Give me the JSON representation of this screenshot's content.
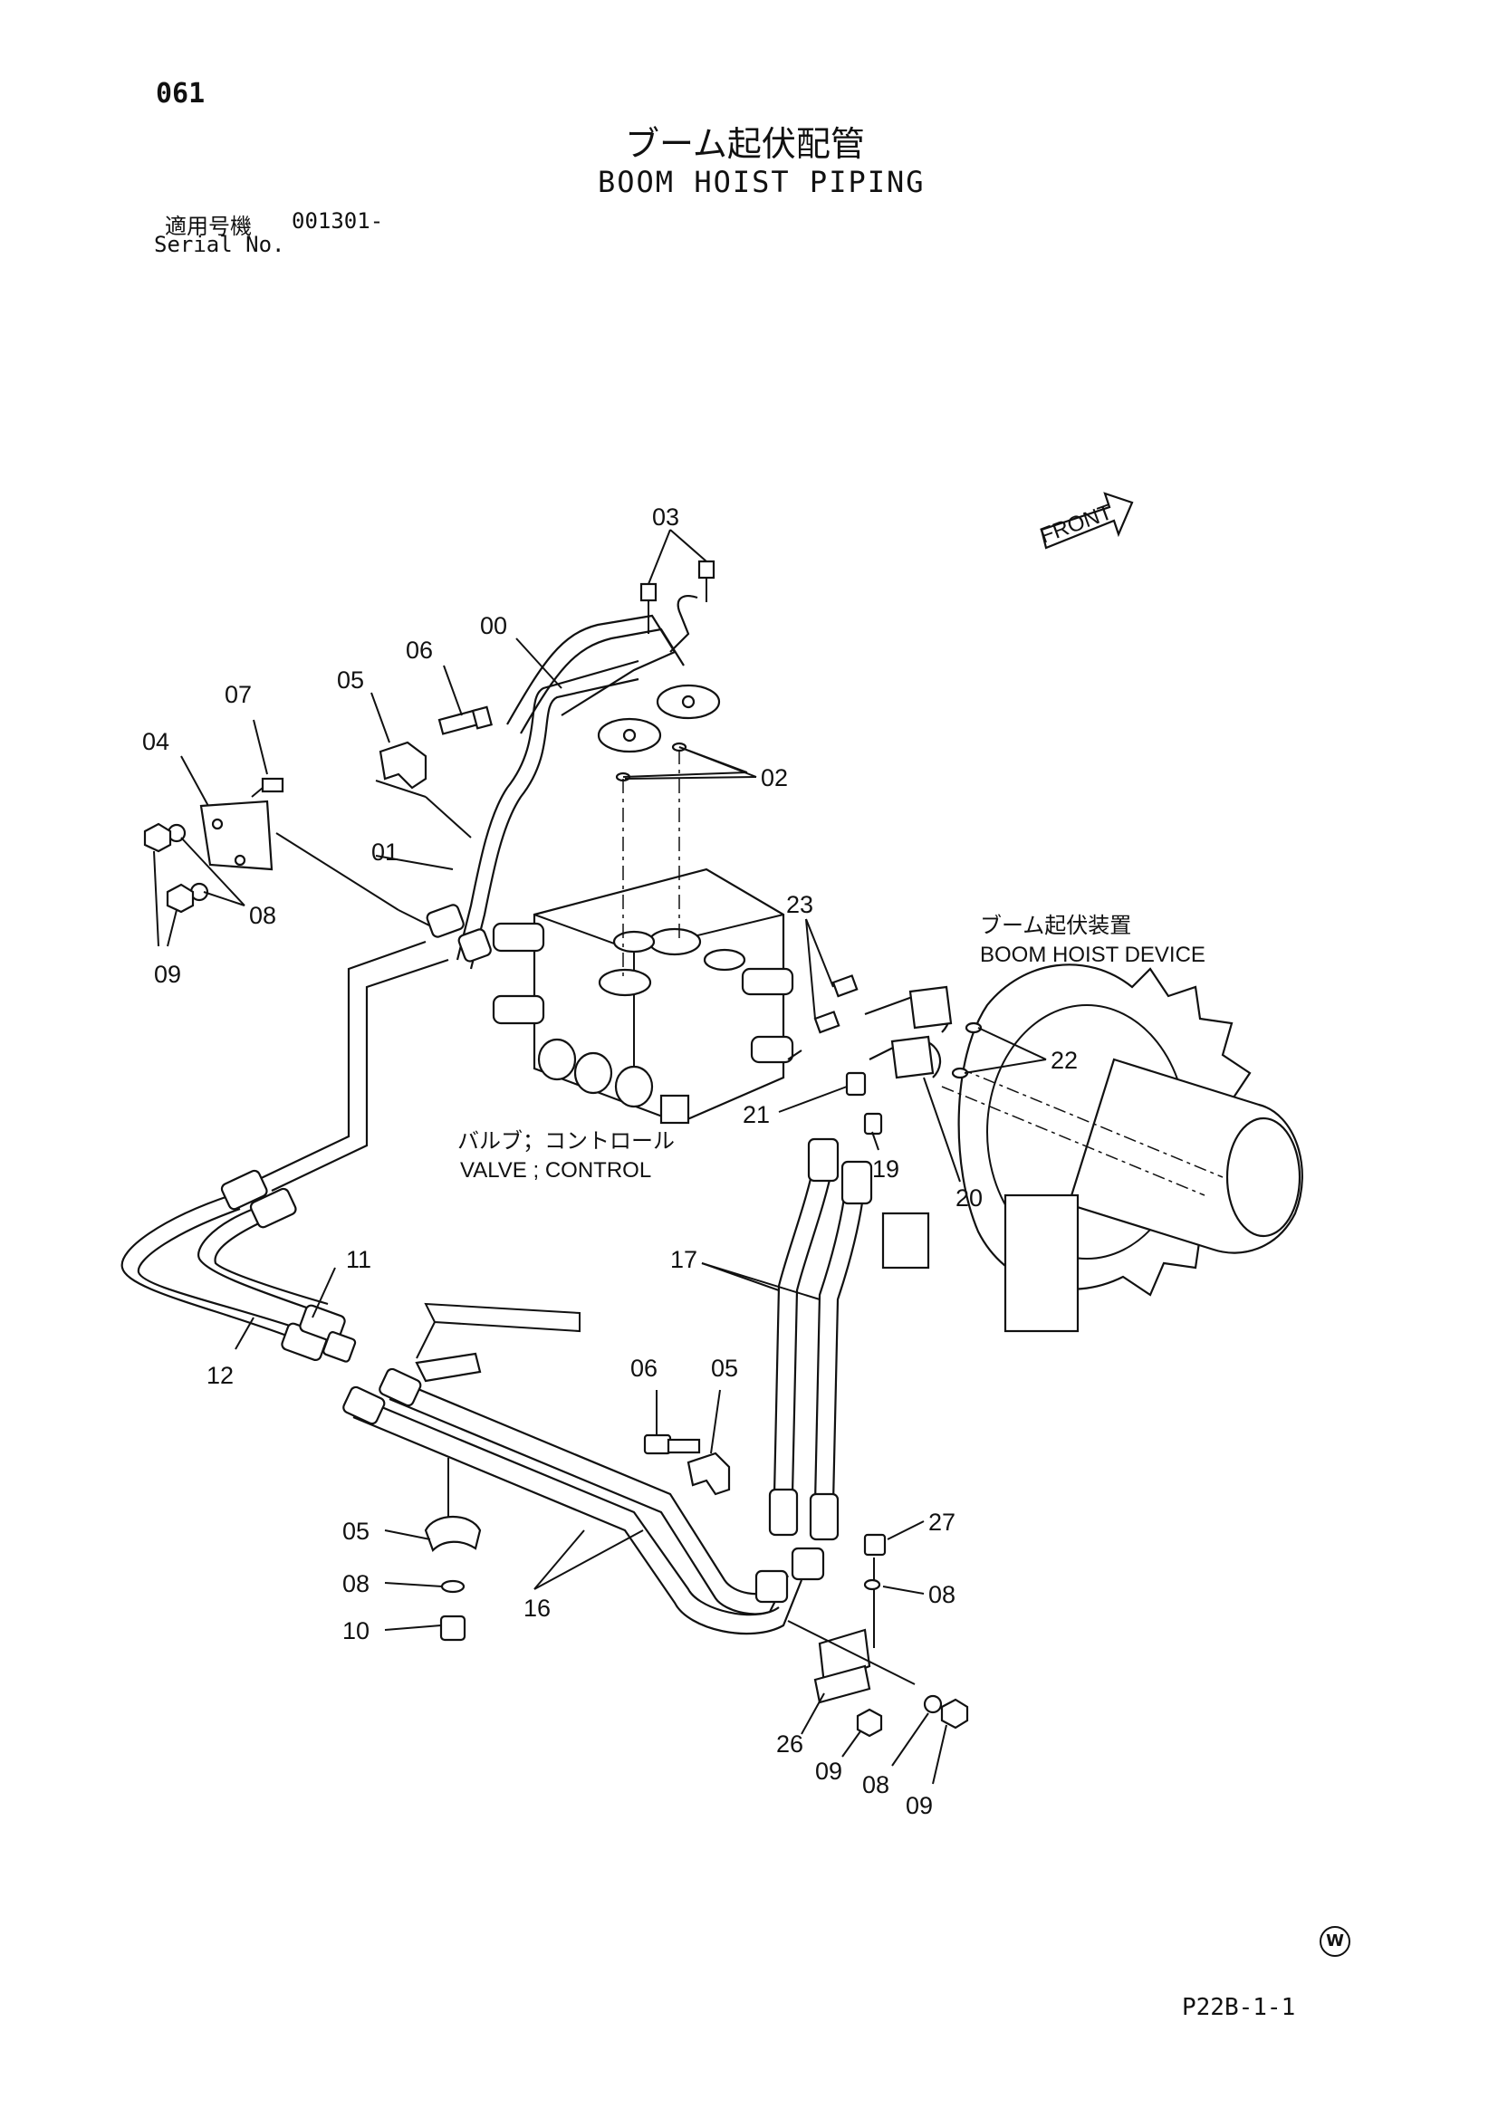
{
  "header": {
    "page_number": "061",
    "title_ja": "ブーム起伏配管",
    "title_en": "BOOM HOIST PIPING",
    "serial_label_ja": "適用号機",
    "serial_code": "001301-",
    "serial_label_en": "Serial No."
  },
  "diagram": {
    "front_label": "FRONT",
    "device_label_ja": "ブーム起伏装置",
    "device_label_en": "BOOM HOIST DEVICE",
    "valve_label_ja": "バルブ；コントロール",
    "valve_label_en": "VALVE ; CONTROL",
    "callouts": {
      "c00": "00",
      "c01": "01",
      "c02": "02",
      "c03": "03",
      "c04": "04",
      "c05a": "05",
      "c05b": "05",
      "c05c": "05",
      "c06a": "06",
      "c06b": "06",
      "c07": "07",
      "c08a": "08",
      "c08b": "08",
      "c08c": "08",
      "c08d": "08",
      "c09a": "09",
      "c09b": "09",
      "c09c": "09",
      "c10": "10",
      "c11": "11",
      "c12": "12",
      "c16": "16",
      "c17": "17",
      "c19": "19",
      "c20": "20",
      "c21": "21",
      "c22": "22",
      "c23": "23",
      "c26": "26",
      "c27": "27"
    }
  },
  "footer": {
    "copyright_mark": "W",
    "page_code": "P22B-1-1"
  }
}
